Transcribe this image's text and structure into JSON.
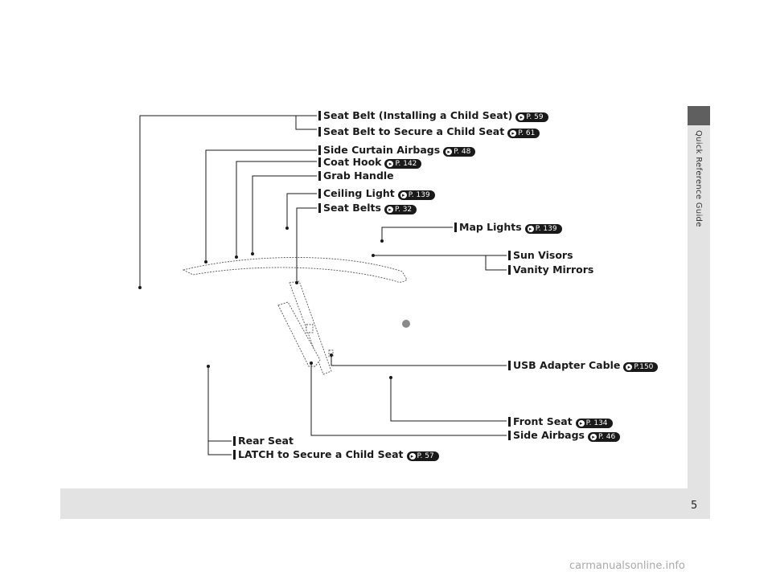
{
  "page": {
    "number": "5",
    "side_tab": "Quick Reference Guide"
  },
  "watermark": "carmanualsonline.info",
  "callouts": [
    {
      "label": "Seat Belt (Installing a Child Seat)",
      "page_ref": "P. 59"
    },
    {
      "label": "Seat Belt to Secure a Child Seat",
      "page_ref": "P. 61"
    },
    {
      "label": "Side Curtain Airbags",
      "page_ref": "P. 48"
    },
    {
      "label": "Coat Hook",
      "page_ref": "P. 142"
    },
    {
      "label": "Grab Handle",
      "page_ref": ""
    },
    {
      "label": "Ceiling Light",
      "page_ref": "P. 139"
    },
    {
      "label": "Seat Belts",
      "page_ref": "P. 32"
    },
    {
      "label": "Map Lights",
      "page_ref": "P. 139"
    },
    {
      "label": "Sun Visors",
      "page_ref": ""
    },
    {
      "label": "Vanity Mirrors",
      "page_ref": ""
    },
    {
      "label": "USB Adapter Cable",
      "page_ref": "P.150"
    },
    {
      "label": "Front Seat",
      "page_ref": "P. 134"
    },
    {
      "label": "Side Airbags",
      "page_ref": "P. 46"
    },
    {
      "label": "Rear Seat",
      "page_ref": ""
    },
    {
      "label": "LATCH to Secure a Child Seat",
      "page_ref": "P. 57"
    }
  ]
}
